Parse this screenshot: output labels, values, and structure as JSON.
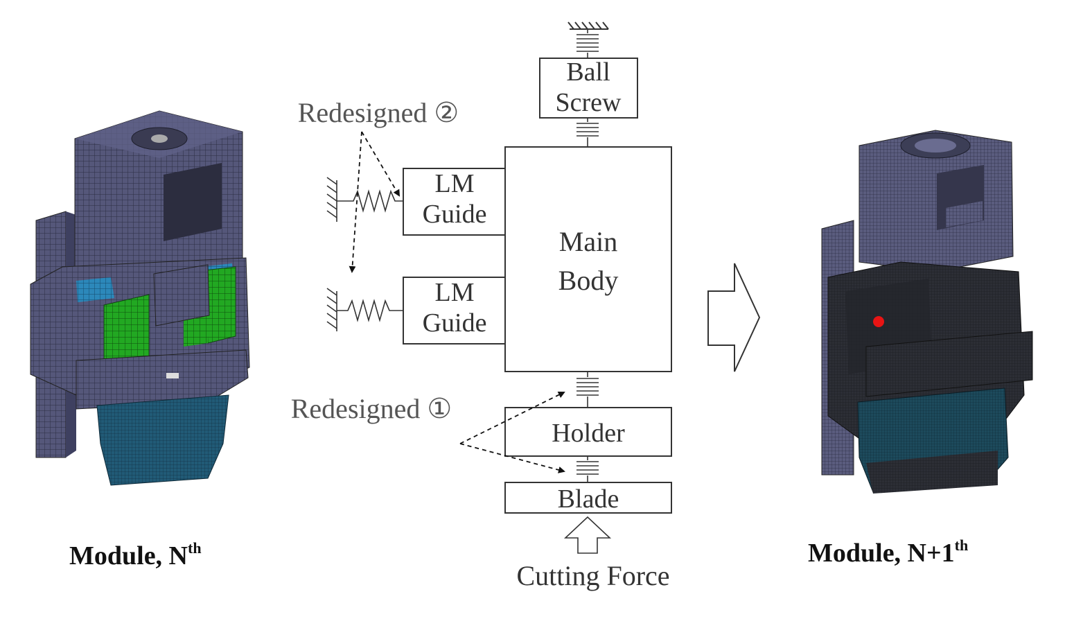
{
  "labels": {
    "ball_screw_line1": "Ball",
    "ball_screw_line2": "Screw",
    "lm_guide_top_line1": "LM",
    "lm_guide_top_line2": "Guide",
    "lm_guide_bottom_line1": "LM",
    "lm_guide_bottom_line2": "Guide",
    "main_body_line1": "Main",
    "main_body_line2": "Body",
    "holder": "Holder",
    "blade": "Blade",
    "cutting_force": "Cutting Force",
    "redesigned_2": "Redesigned ②",
    "redesigned_1": "Redesigned ①"
  },
  "captions": {
    "left_main": "Module, N",
    "left_sup": "th",
    "right_main": "Module, N+1",
    "right_sup": "th"
  },
  "colors": {
    "mesh_gray": "#4f5070",
    "mesh_green": "#1fa31f",
    "mesh_teal": "#1f5470",
    "mesh_blue": "#2a85b8",
    "dark_mesh": "#2b2d33",
    "marker_red": "#e81414"
  }
}
